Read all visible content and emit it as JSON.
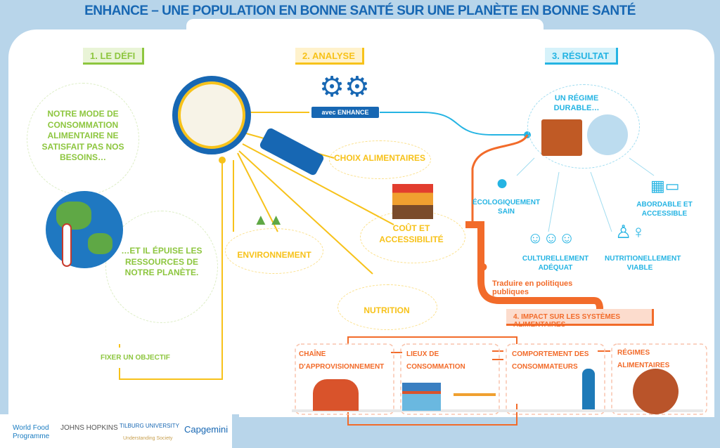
{
  "title": "ENHANCE – UNE POPULATION EN BONNE SANTÉ SUR UNE PLANÈTE EN BONNE SANTÉ",
  "steps": {
    "s1": "1. LE DÉFI",
    "s2": "2. ANALYSE",
    "s3": "3. RÉSULTAT",
    "s4": "4. IMPACT SUR LES SYSTÈMES ALIMENTAIRES"
  },
  "defi": {
    "q1": "NOTRE MODE DE CONSOMMATION ALIMENTAIRE NE SATISFAIT PAS NOS BESOINS…",
    "q2": "…ET IL ÉPUISE LES RESSOURCES DE NOTRE PLANÈTE.",
    "objectif": "FIXER UN OBJECTIF"
  },
  "analyse": {
    "badge": "avec ENHANCE",
    "choix": "CHOIX ALIMENTAIRES",
    "cout": "COÛT ET ACCESSIBILITÉ",
    "environnement": "ENVIRONNEMENT",
    "nutrition": "NUTRITION"
  },
  "resultat": {
    "regime": "UN RÉGIME DURABLE…",
    "eco": "ÉCOLOGIQUEMENT SAIN",
    "abordable": "ABORDABLE ET ACCESSIBLE",
    "culture": "CULTURELLEMENT ADÉQUAT",
    "nutri": "NUTRITIONELLEMENT VIABLE",
    "politique": "Traduire en politiques publiques"
  },
  "impact": {
    "chaine": "CHAÎNE D'APPROVISIONNEMENT",
    "lieux": "LIEUX DE CONSOMMATION",
    "comportement": "COMPORTEMENT DES CONSOMMATEURS",
    "regimes": "RÉGIMES ALIMENTAIRES"
  },
  "logos": {
    "wfp": "World Food Programme",
    "jhu": "JOHNS HOPKINS",
    "tilburg": "TILBURG UNIVERSITY",
    "tilburg_sub": "Understanding Society",
    "capgemini": "Capgemini"
  },
  "colors": {
    "title": "#1767b3",
    "defi": "#8dc63f",
    "analyse": "#f7c21a",
    "resultat": "#25b4e3",
    "impact": "#f26b2a"
  },
  "icons": [
    "magnifier-icon",
    "gears-icon",
    "globe-icon",
    "thermometer-icon",
    "tree-icon",
    "market-stall-icon",
    "basket-icon",
    "fish-plate-icon",
    "people-icon",
    "farm-icon",
    "shop-icon",
    "table-icon",
    "shopper-icon",
    "food-plate-icon",
    "laptop-person-icon"
  ]
}
